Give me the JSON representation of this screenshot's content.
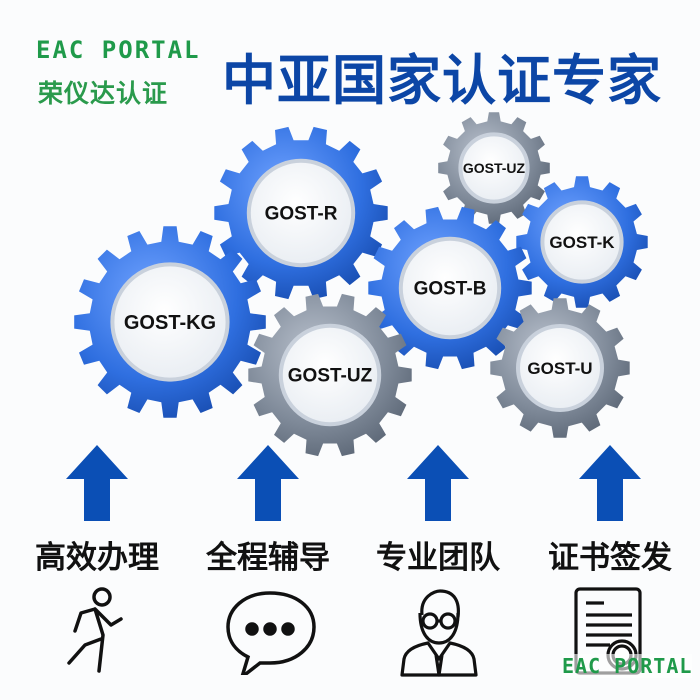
{
  "brand": {
    "logo": "EAC PORTAL",
    "name": "荣仪达认证"
  },
  "headline": "中亚国家认证专家",
  "gears": [
    {
      "label": "GOST-UZ",
      "tone": "gray"
    },
    {
      "label": "GOST-R",
      "tone": "blue"
    },
    {
      "label": "GOST-K",
      "tone": "blue"
    },
    {
      "label": "GOST-B",
      "tone": "blue"
    },
    {
      "label": "GOST-U",
      "tone": "gray"
    },
    {
      "label": "GOST-KG",
      "tone": "blue"
    },
    {
      "label": "GOST-UZ",
      "tone": "gray"
    }
  ],
  "features": [
    {
      "label": "高效办理",
      "icon": "running-person-icon"
    },
    {
      "label": "全程辅导",
      "icon": "chat-bubble-icon"
    },
    {
      "label": "专业团队",
      "icon": "expert-person-icon"
    },
    {
      "label": "证书签发",
      "icon": "certificate-icon"
    }
  ],
  "watermark": "EAC PORTAL",
  "colors": {
    "brand_green": "#1f9a4a",
    "headline_blue": "#0c46a6",
    "arrow_blue": "#0b4fb5",
    "gear_blue": "#2f6fe0",
    "gear_gray": "#7f8a99"
  }
}
